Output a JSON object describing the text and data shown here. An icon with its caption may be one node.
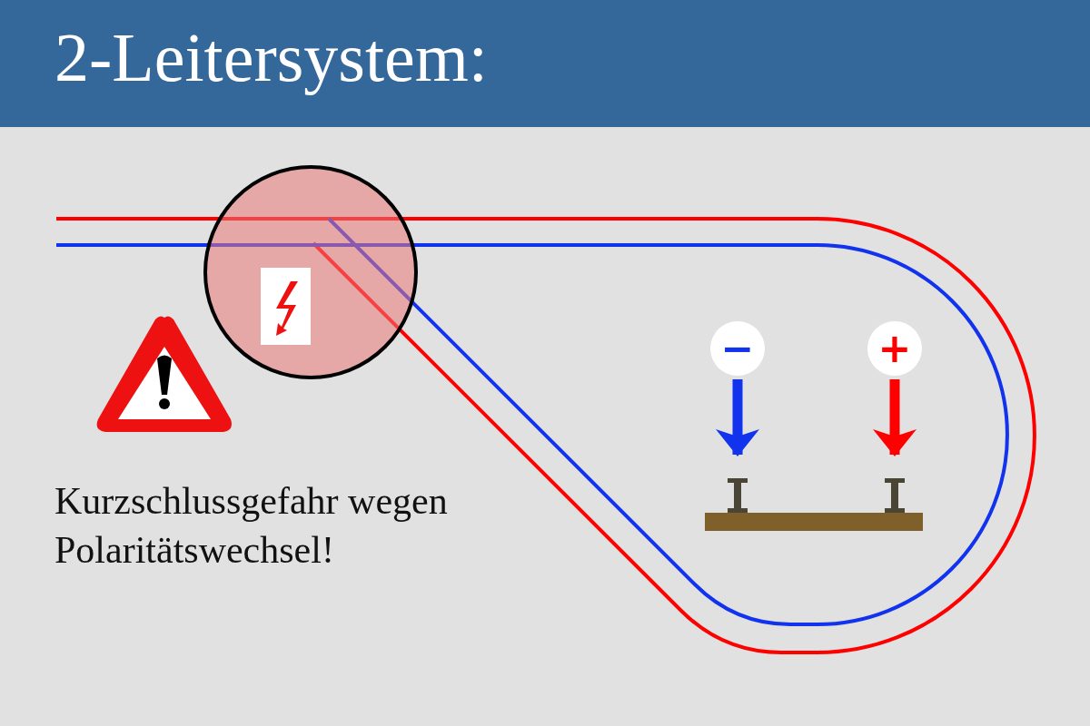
{
  "diagram": {
    "title": "2-Leitersystem:",
    "nodes": [
      {
        "text": [
          "−"
        ]
      },
      {
        "text": [
          "+"
        ]
      },
      {
        "text": [],
        "shape": "bar"
      },
      {
        "text": [],
        "shape": "bar"
      },
      {
        "text": [],
        "shape": "bar"
      }
    ],
    "edges": [
      {
        "from": 0,
        "to": 2,
        "arrow": "to",
        "color": "#1133ee"
      },
      {
        "from": 1,
        "to": 3,
        "arrow": "to",
        "color": "#ff0000"
      }
    ],
    "labels": [
      "Kurzschlussgefahr wegen Polaritätswechsel!"
    ]
  }
}
